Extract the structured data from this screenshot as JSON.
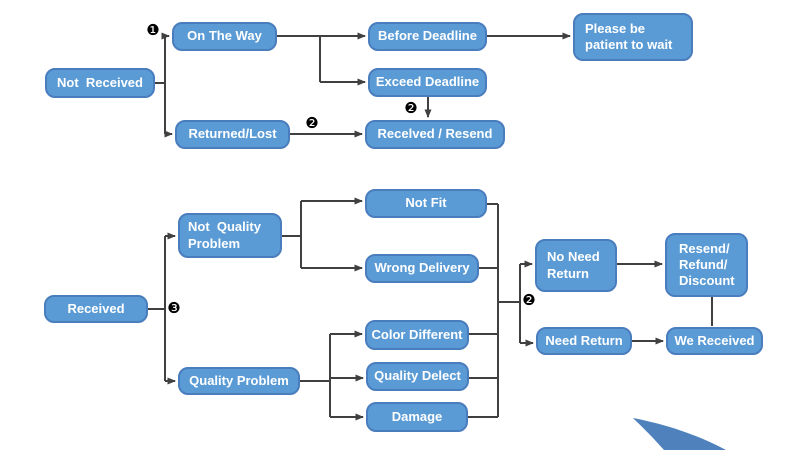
{
  "flowchart": {
    "boxes": {
      "not_received": {
        "label": "Not  Received"
      },
      "on_the_way": {
        "label": "On The Way"
      },
      "before_deadline": {
        "label": "Before Deadline"
      },
      "please_wait": {
        "label": "Please be\npatient to wait"
      },
      "exceed_deadline": {
        "label": "Exceed Deadline"
      },
      "returned_lost": {
        "label": "Returned/Lost"
      },
      "received_resend": {
        "label": "Recelved / Resend"
      },
      "received": {
        "label": "Received"
      },
      "not_quality_problem": {
        "label": "Not  Quality\nProblem"
      },
      "not_fit": {
        "label": "Not Fit"
      },
      "wrong_delivery": {
        "label": "Wrong Delivery"
      },
      "quality_problem": {
        "label": "Quality Problem"
      },
      "color_different": {
        "label": "Color Different"
      },
      "quality_delect": {
        "label": "Quality Delect"
      },
      "damage": {
        "label": "Damage"
      },
      "no_need_return": {
        "label": "No Need\nReturn"
      },
      "need_return": {
        "label": "Need Return"
      },
      "resend_refund_discount": {
        "label": "Resend/\nRefund/\nDiscount"
      },
      "we_received": {
        "label": "We Received"
      }
    },
    "markers": {
      "m1": "❶",
      "m2_left": "❷",
      "m2_top": "❷",
      "m2_bottom": "❷",
      "m3": "❸"
    },
    "edges": [
      {
        "from": "not_received",
        "to": "on_the_way",
        "marker": "1"
      },
      {
        "from": "not_received",
        "to": "returned_lost"
      },
      {
        "from": "on_the_way",
        "to": "before_deadline"
      },
      {
        "from": "on_the_way",
        "to": "exceed_deadline"
      },
      {
        "from": "before_deadline",
        "to": "please_wait"
      },
      {
        "from": "exceed_deadline",
        "to": "received_resend",
        "marker": "2"
      },
      {
        "from": "returned_lost",
        "to": "received_resend",
        "marker": "2"
      },
      {
        "from": "received",
        "to": "not_quality_problem",
        "marker": "3"
      },
      {
        "from": "received",
        "to": "quality_problem",
        "marker": "3"
      },
      {
        "from": "not_quality_problem",
        "to": "not_fit"
      },
      {
        "from": "not_quality_problem",
        "to": "wrong_delivery"
      },
      {
        "from": "quality_problem",
        "to": "color_different"
      },
      {
        "from": "quality_problem",
        "to": "quality_delect"
      },
      {
        "from": "quality_problem",
        "to": "damage"
      },
      {
        "from": "not_fit",
        "to": "no_need_return",
        "marker": "2"
      },
      {
        "from": "wrong_delivery",
        "to": "no_need_return",
        "marker": "2"
      },
      {
        "from": "color_different",
        "to": "need_return",
        "marker": "2"
      },
      {
        "from": "quality_delect",
        "to": "need_return",
        "marker": "2"
      },
      {
        "from": "damage",
        "to": "need_return",
        "marker": "2"
      },
      {
        "from": "no_need_return",
        "to": "resend_refund_discount"
      },
      {
        "from": "need_return",
        "to": "we_received"
      },
      {
        "from": "resend_refund_discount",
        "to": "we_received"
      }
    ],
    "colors": {
      "box_fill": "#5b9bd5",
      "box_border": "#4a7dbe",
      "box_text": "#ffffff",
      "connector": "#404040",
      "marker": "#000000",
      "swoosh": "#4f81bd"
    }
  }
}
